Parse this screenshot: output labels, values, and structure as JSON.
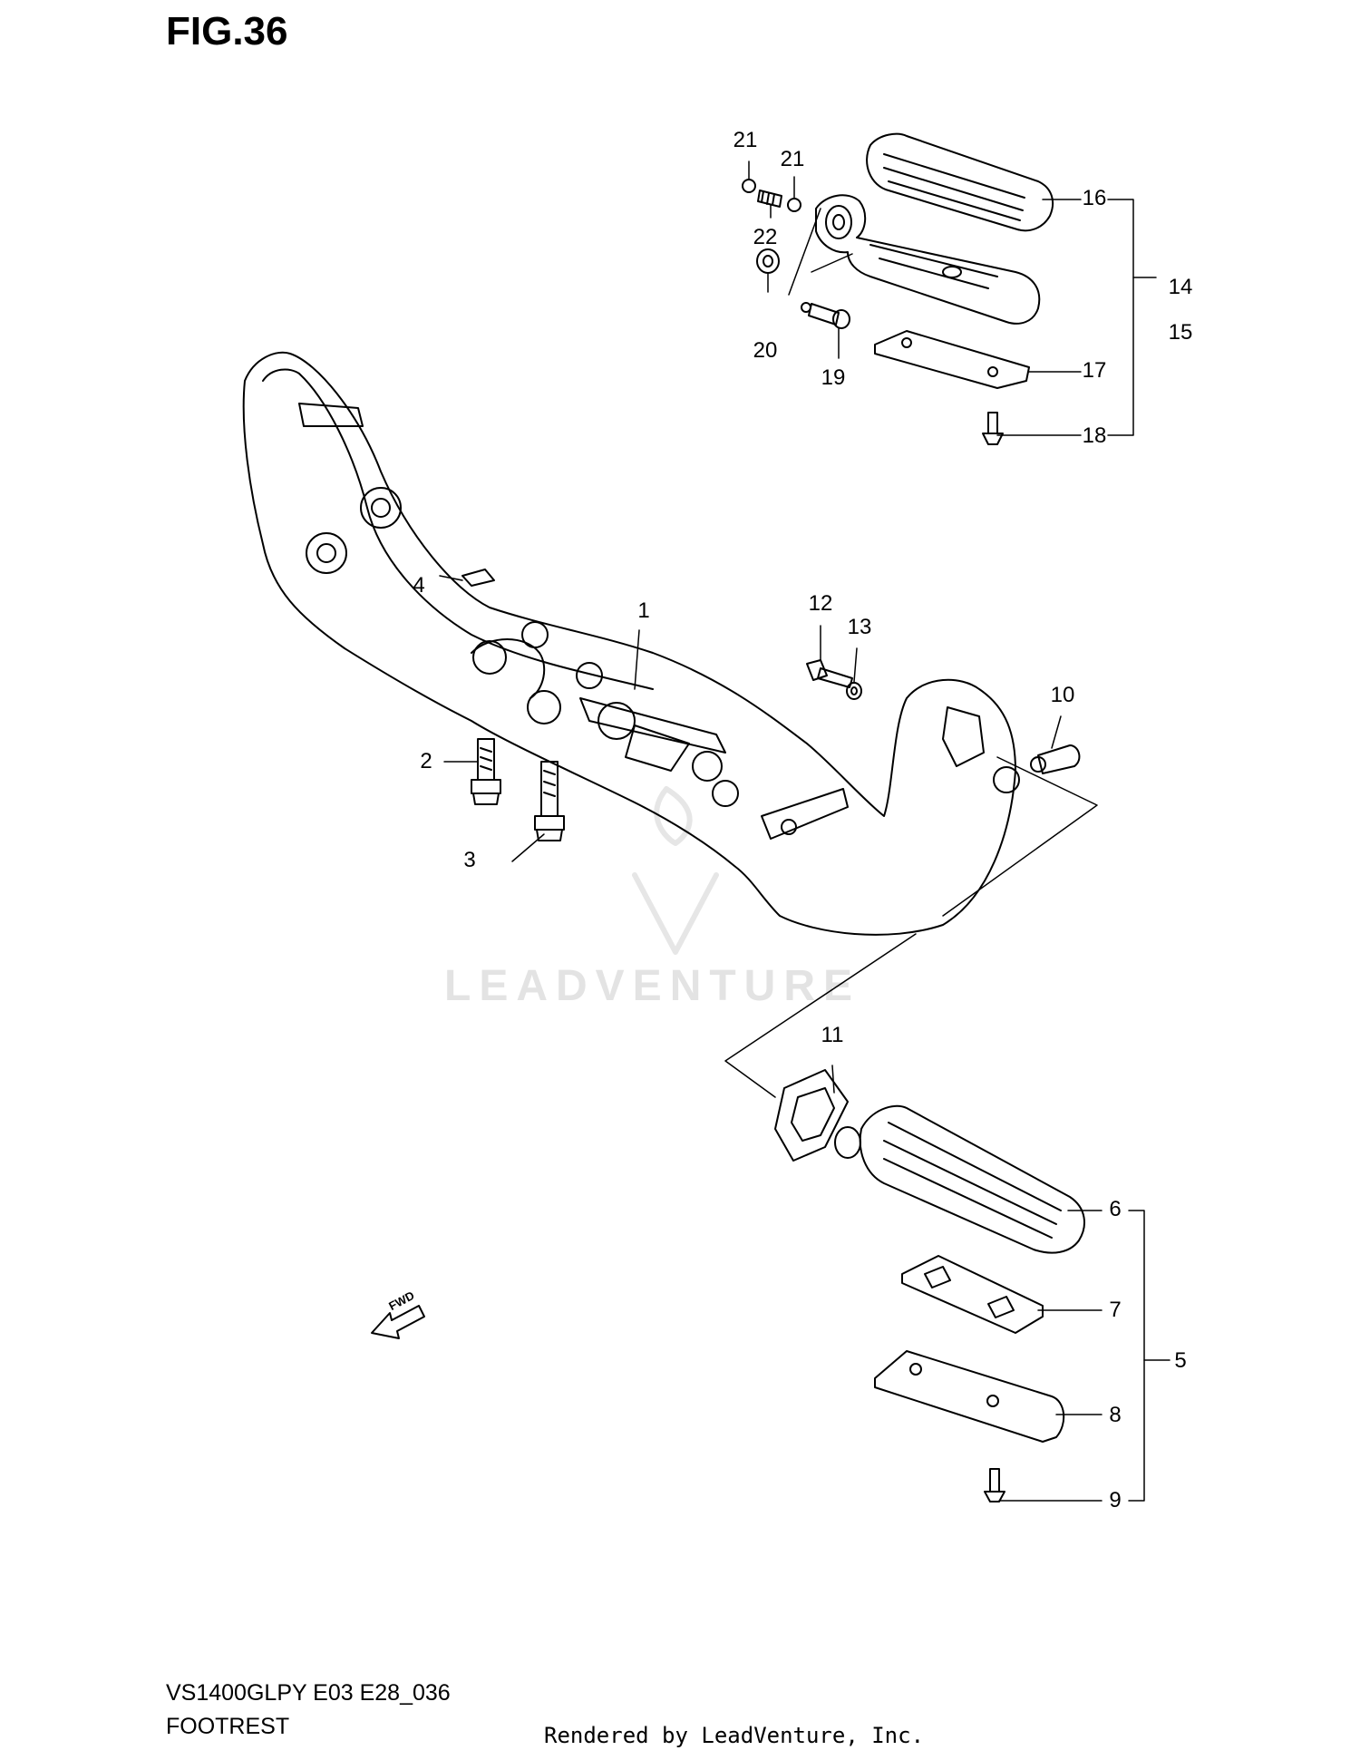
{
  "figure": {
    "title": "FIG.36"
  },
  "footer": {
    "model": "VS1400GLPY E03 E28_036",
    "section": "FOOTREST",
    "credit": "Rendered by LeadVenture, Inc."
  },
  "watermark": "LEADVENTURE",
  "fwd_arrow_label": "FWD",
  "callouts": {
    "p1": "1",
    "p2": "2",
    "p3": "3",
    "p4": "4",
    "p5": "5",
    "p6": "6",
    "p7": "7",
    "p8": "8",
    "p9": "9",
    "p10": "10",
    "p11": "11",
    "p12": "12",
    "p13": "13",
    "p14": "14",
    "p15": "15",
    "p16": "16",
    "p17": "17",
    "p18": "18",
    "p19": "19",
    "p20": "20",
    "p21a": "21",
    "p21b": "21",
    "p22": "22"
  },
  "colors": {
    "line": "#000000",
    "watermark": "#e3e3e3",
    "background": "#ffffff"
  }
}
